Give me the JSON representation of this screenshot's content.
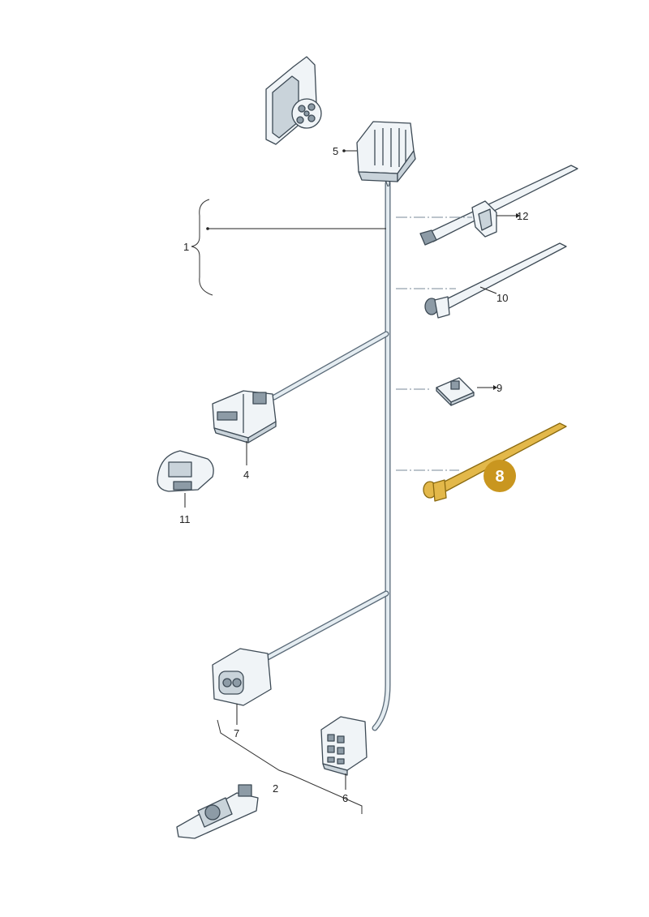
{
  "diagram": {
    "callouts": {
      "c1": "1",
      "c2": "2",
      "c4": "4",
      "c5": "5",
      "c6": "6",
      "c7": "7",
      "c9": "9",
      "c10": "10",
      "c11": "11",
      "c12": "12"
    },
    "highlight": {
      "label": "8",
      "color": "#c9961f",
      "part_color": "#e3b84a"
    },
    "colors": {
      "part_light": "#f0f4f7",
      "part_mid": "#c9d3da",
      "part_dark": "#8d9ba6",
      "outline": "#3d4a55"
    }
  }
}
